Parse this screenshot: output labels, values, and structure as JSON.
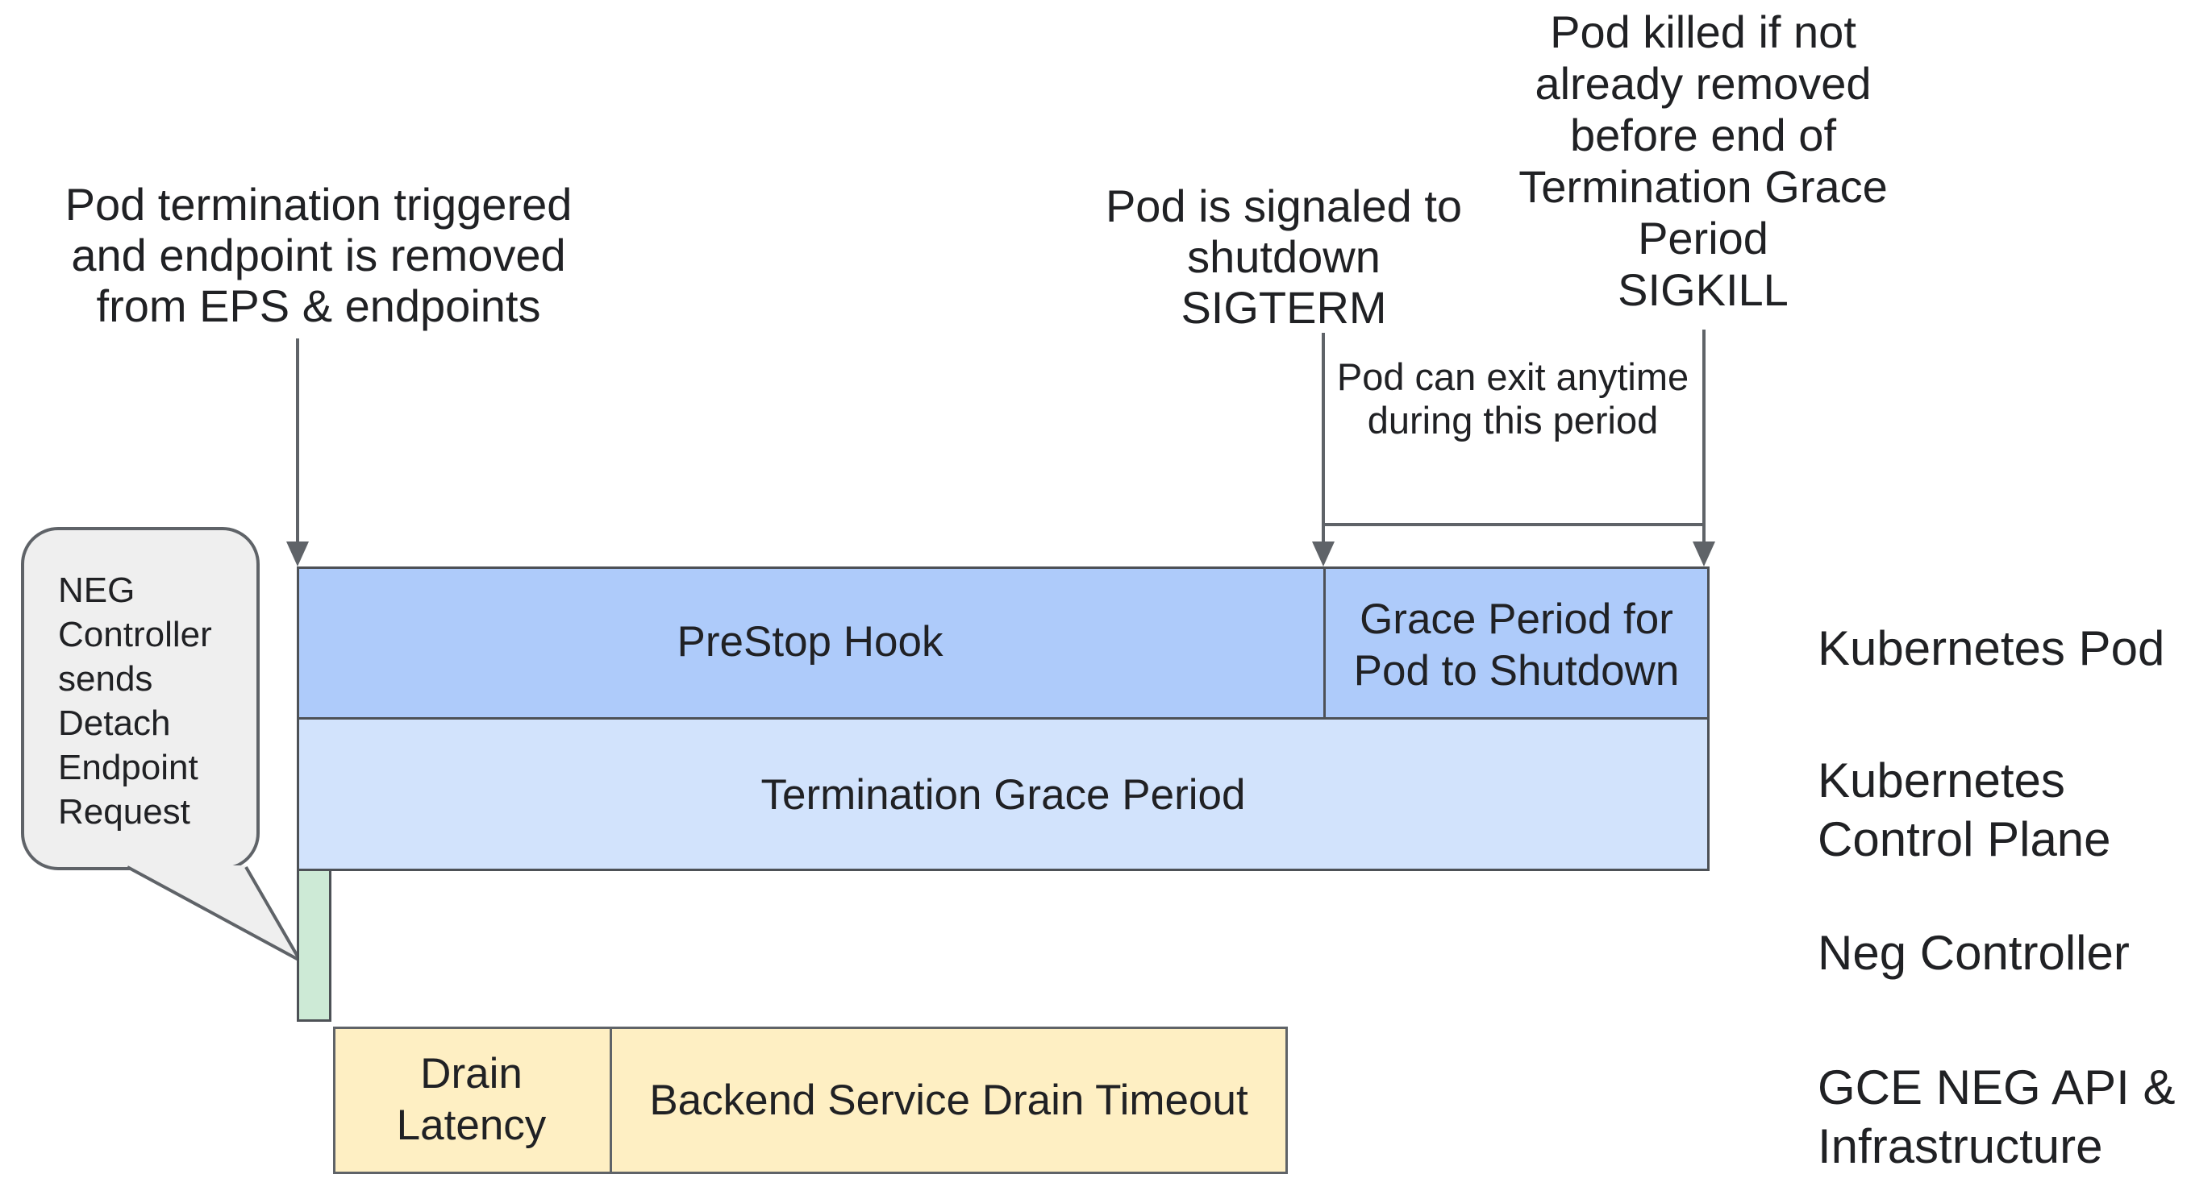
{
  "annotations": {
    "pod_termination_triggered": "Pod termination triggered\nand endpoint is removed\nfrom EPS & endpoints",
    "pod_signaled": "Pod is signaled to\nshutdown\nSIGTERM",
    "pod_killed": "Pod killed if not\nalready removed\nbefore end of\nTermination Grace\nPeriod\nSIGKILL",
    "pod_can_exit": "Pod can exit anytime\nduring this period"
  },
  "speech_bubble": {
    "text": "NEG\nController\nsends\nDetach\nEndpoint\nRequest"
  },
  "timeline": {
    "prestop_hook": "PreStop Hook",
    "grace_period": "Grace Period for\nPod to Shutdown",
    "termination_grace_period": "Termination Grace Period",
    "drain_latency": "Drain\nLatency",
    "backend_drain_timeout": "Backend Service Drain Timeout"
  },
  "lanes": [
    {
      "label": "Kubernetes Pod"
    },
    {
      "label": "Kubernetes\nControl Plane"
    },
    {
      "label": "Neg Controller"
    },
    {
      "label": "GCE NEG API &\nInfrastructure"
    }
  ],
  "colors": {
    "prestop_bar": "#aecbfa",
    "termination_bar": "#d2e3fc",
    "neg_controller_bar": "#cdead6",
    "drain_bar": "#feefc3",
    "bubble_fill": "#efefef",
    "line_gray": "#5f6368",
    "border_dark": "#4d5156",
    "text": "#202124"
  }
}
